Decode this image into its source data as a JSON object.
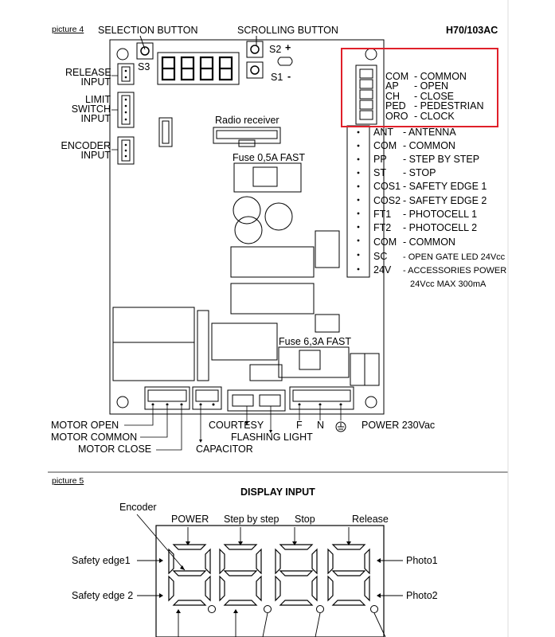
{
  "picture4": {
    "caption": "picture 4",
    "model": "H70/103AC",
    "selection_button": "SELECTION BUTTON",
    "scrolling_button": "SCROLLING BUTTON",
    "s1": "S1",
    "s2": "S2",
    "s3": "S3",
    "plus": "+",
    "minus": "-",
    "left_labels": [
      [
        "RELEASE",
        "INPUT"
      ],
      [
        "LIMIT",
        "SWITCH",
        "INPUT"
      ],
      [
        "ENCODER",
        "INPUT"
      ]
    ],
    "radio_receiver": "Radio receiver",
    "fuse1": "Fuse 0,5A FAST",
    "fuse2": "Fuse  6,3A FAST",
    "top_connector": [
      {
        "code": "COM",
        "desc": "- COMMON"
      },
      {
        "code": "AP",
        "desc": "- OPEN"
      },
      {
        "code": "CH",
        "desc": "- CLOSE"
      },
      {
        "code": "PED",
        "desc": "- PEDESTRIAN"
      },
      {
        "code": "ORO",
        "desc": "- CLOCK"
      }
    ],
    "terminals": [
      {
        "code": "ANT",
        "desc": "- ANTENNA"
      },
      {
        "code": "COM",
        "desc": "- COMMON"
      },
      {
        "code": "PP",
        "desc": "- STEP BY STEP"
      },
      {
        "code": "ST",
        "desc": "- STOP"
      },
      {
        "code": "COS1",
        "desc": "- SAFETY EDGE 1"
      },
      {
        "code": "COS2",
        "desc": "- SAFETY EDGE 2"
      },
      {
        "code": "FT1",
        "desc": "- PHOTOCELL 1"
      },
      {
        "code": "FT2",
        "desc": "- PHOTOCELL 2"
      },
      {
        "code": "COM",
        "desc": "- COMMON"
      },
      {
        "code": "SC",
        "desc": "- OPEN GATE LED 24Vcc"
      },
      {
        "code": "24V",
        "desc": "- ACCESSORIES POWER"
      }
    ],
    "accessories_note": "24Vcc MAX 300mA",
    "motor_open": "MOTOR OPEN",
    "motor_common": "MOTOR COMMON",
    "motor_close": "MOTOR CLOSE",
    "capacitor": "CAPACITOR",
    "courtesy": "COURTESY",
    "flashing_light": "FLASHING LIGHT",
    "f": "F",
    "n": "N",
    "power": "POWER 230Vac",
    "highlight_color": "#e0202a"
  },
  "picture5": {
    "caption": "picture 5",
    "title": "DISPLAY INPUT",
    "encoder": "Encoder",
    "power": "POWER",
    "step_by_step": "Step by step",
    "stop": "Stop",
    "release": "Release",
    "safety_edge1": "Safety edge1",
    "safety_edge2": "Safety edge 2",
    "photo1": "Photo1",
    "photo2": "Photo2"
  }
}
